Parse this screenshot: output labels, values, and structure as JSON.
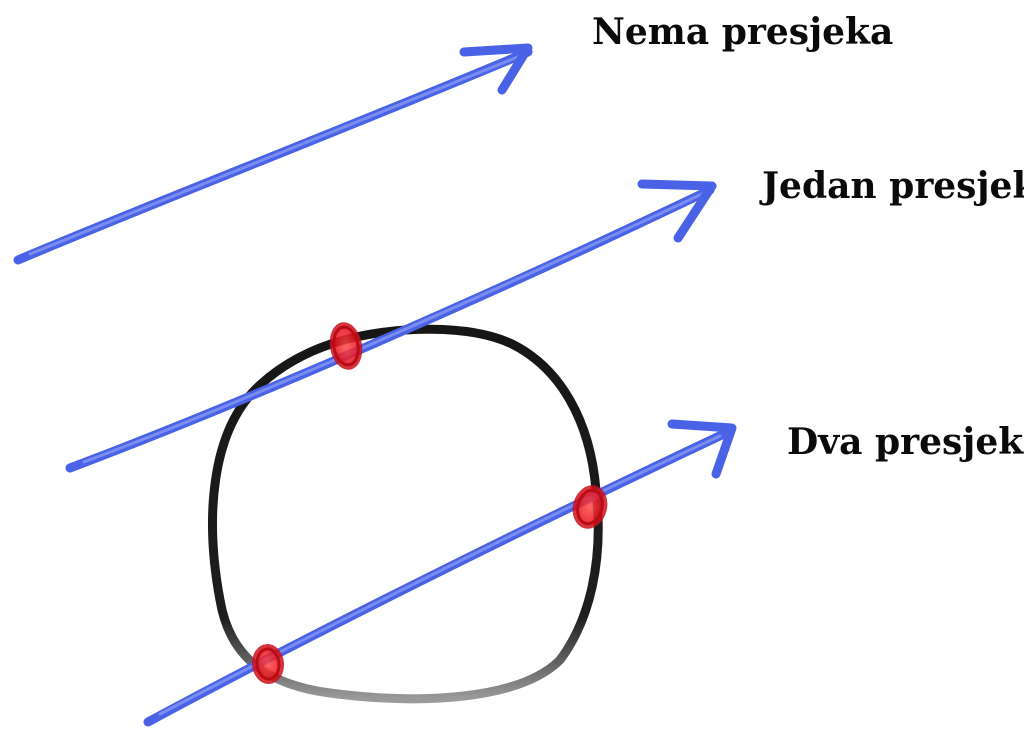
{
  "labels": {
    "no_intersection": "Nema presjeka",
    "one_intersection": "Jedan presjek",
    "two_intersections": "Dva presjeka"
  },
  "colors": {
    "ray": "#4a62e6",
    "ray_highlight": "#8fa0f4",
    "closed_curve": "#161616",
    "closed_curve_faded": "#8c8c8c",
    "intersection_point": "#e8121e",
    "text": "#0a0a0a",
    "background": "#ffffff"
  },
  "diagram": {
    "closed_curve": "hand-drawn black closed loop",
    "rays": [
      {
        "id": "ray-no-intersection",
        "intersection_count": 0
      },
      {
        "id": "ray-one-intersection",
        "intersection_count": 1
      },
      {
        "id": "ray-two-intersections",
        "intersection_count": 2
      }
    ]
  }
}
